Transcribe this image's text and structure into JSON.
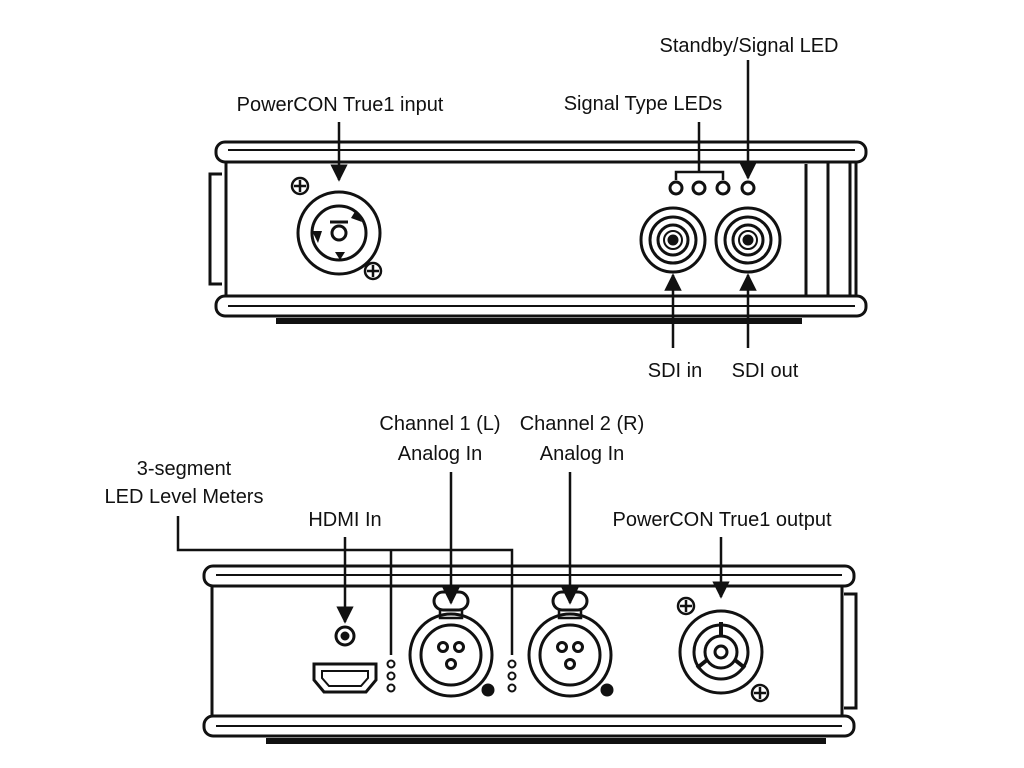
{
  "colors": {
    "ink": "#111111",
    "background": "#ffffff"
  },
  "top_panel": {
    "labels": {
      "powercon_input": "PowerCON True1 input",
      "signal_type_leds": "Signal Type LEDs",
      "standby_signal_led": "Standby/Signal LED",
      "sdi_in": "SDI in",
      "sdi_out": "SDI out"
    }
  },
  "bottom_panel": {
    "labels": {
      "level_meters_line1": "3-segment",
      "level_meters_line2": "LED Level Meters",
      "hdmi_in": "HDMI In",
      "channel1_line1": "Channel 1 (L)",
      "channel1_line2": "Analog In",
      "channel2_line1": "Channel 2 (R)",
      "channel2_line2": "Analog In",
      "powercon_output": "PowerCON True1 output"
    }
  },
  "icons": [
    "powercon-connector-icon",
    "bnc-connector-icon",
    "xlr-connector-icon",
    "hdmi-port-icon",
    "screw-icon",
    "led-icon"
  ]
}
